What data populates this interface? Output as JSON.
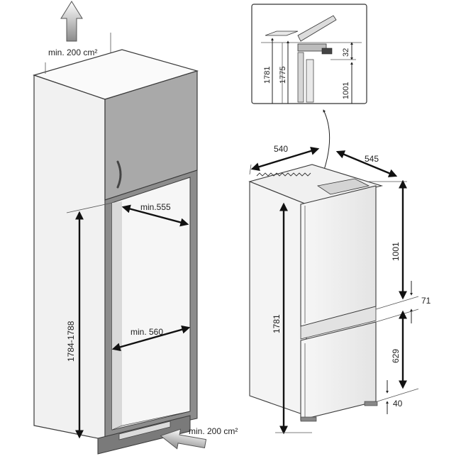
{
  "labels": {
    "vent_top": "min. 200 cm²",
    "vent_bottom": "min. 200 cm²",
    "niche_width_top": "min.555",
    "niche_width_bottom": "min. 560",
    "niche_height": "1784-1788",
    "detail_1781": "1781",
    "detail_1775": "1775",
    "detail_1001": "1001",
    "detail_32": "32",
    "fridge_width": "540",
    "fridge_depth": "545",
    "fridge_1001": "1001",
    "fridge_71": "71",
    "fridge_height": "1781",
    "fridge_629": "629",
    "fridge_40": "40"
  },
  "colors": {
    "cabinet_face": "#f1f1f1",
    "cabinet_side": "#d9d9d9",
    "upper_door": "#a9a9a9",
    "frame": "#8c8c8c",
    "appliance": "#f4f4f4"
  }
}
